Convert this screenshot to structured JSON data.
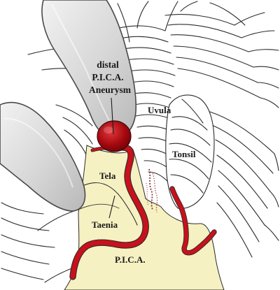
{
  "labels": {
    "aneurysm_line1": "distal",
    "aneurysm_line2": "P.I.C.A.",
    "aneurysm_line3": "Aneurysm",
    "uvula": "Uvula",
    "tonsil": "Tonsil",
    "tela": "Tela",
    "taenia": "Taenia",
    "pica": "P.I.C.A."
  },
  "colors": {
    "artery": "#c8111c",
    "aneurysm": "#a0080e",
    "tela": "#f6f1c2",
    "retractor": "#d9d9d9",
    "retractor_edge": "#4a4a4a",
    "lines": "#2b2b2b",
    "background": "#ffffff"
  }
}
